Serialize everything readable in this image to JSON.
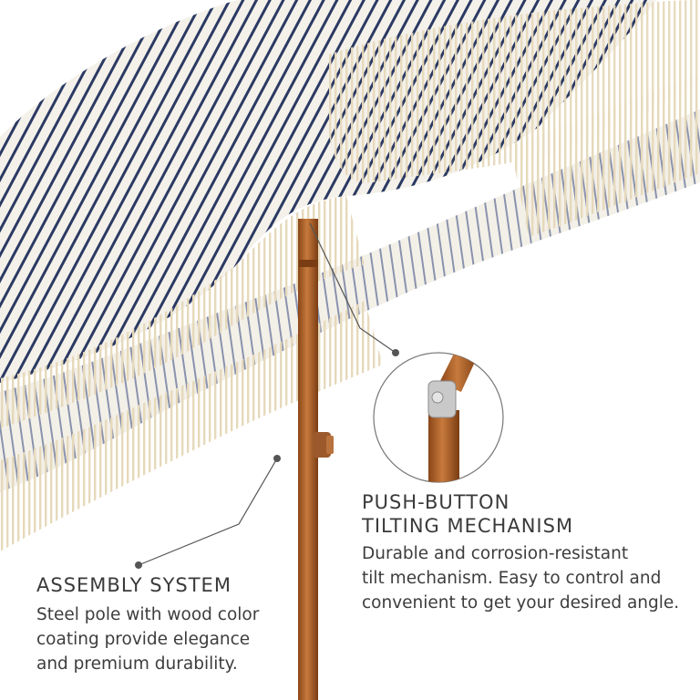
{
  "callouts": {
    "push_button": {
      "title_lines": [
        "PUSH-BUTTON",
        "TILTING MECHANISM"
      ],
      "body_lines": [
        "Durable and corrosion-resistant",
        "tilt mechanism. Easy to control and",
        "convenient to get your desired angle."
      ]
    },
    "assembly": {
      "title_lines": [
        "ASSEMBLY SYSTEM"
      ],
      "body_lines": [
        "Steel pole with wood color",
        "coating provide elegance",
        "and premium durability."
      ]
    }
  },
  "colors": {
    "stripe_navy": "#2b3a63",
    "canopy_white": "#f4f1ea",
    "fringe_cream": "#e8dcc0",
    "pole_wood": "#b5642a",
    "text_gray": "#3a3a3a",
    "leader_line": "#555555"
  },
  "icons": [
    "leader-dot",
    "zoom-circle"
  ]
}
